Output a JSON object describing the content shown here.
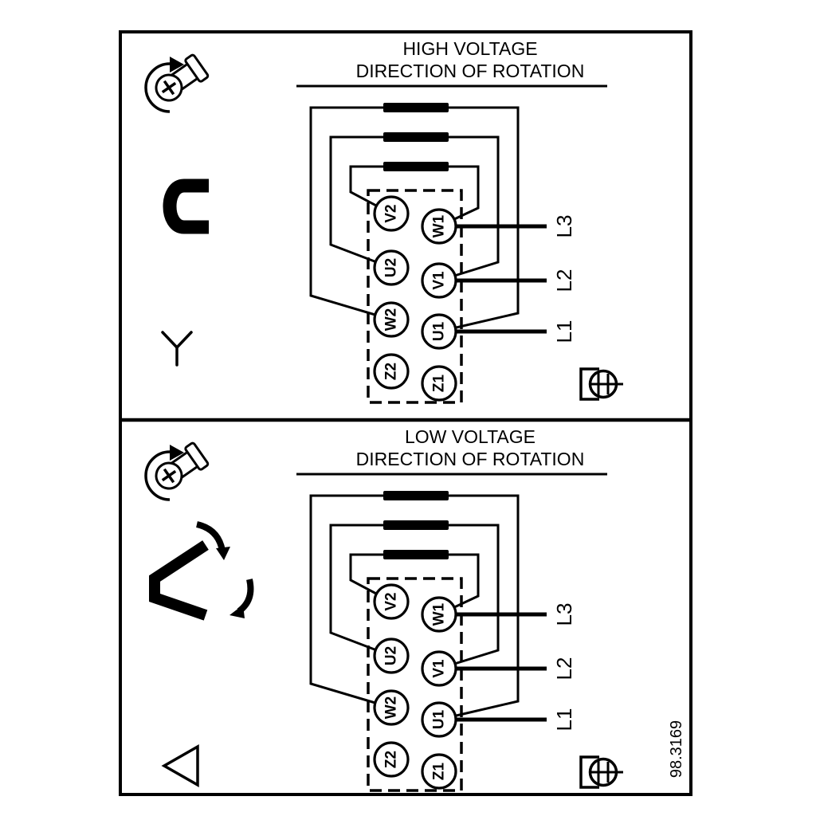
{
  "colors": {
    "ink": "#000000",
    "background": "#ffffff"
  },
  "figure_number": "98.3169",
  "panels": [
    {
      "title_line1": "HIGH VOLTAGE",
      "title_line2": "DIRECTION OF ROTATION",
      "connection_type": "star",
      "icons": [
        "screw-rotation-icon",
        "terminal-link-icon",
        "star-symbol-icon",
        "earth-terminal-icon"
      ]
    },
    {
      "title_line1": "LOW VOLTAGE",
      "title_line2": "DIRECTION OF ROTATION",
      "connection_type": "delta",
      "icons": [
        "screw-rotation-icon",
        "terminal-links-rotation-icon",
        "delta-symbol-icon",
        "earth-terminal-icon"
      ]
    }
  ],
  "terminal_block": {
    "left_terminals": [
      "V2",
      "U2",
      "W2",
      "Z2"
    ],
    "right_terminals": [
      "W1",
      "V1",
      "U1",
      "Z1"
    ],
    "supply_lines": [
      "L3",
      "L2",
      "L1"
    ],
    "winding_bars": 3
  }
}
